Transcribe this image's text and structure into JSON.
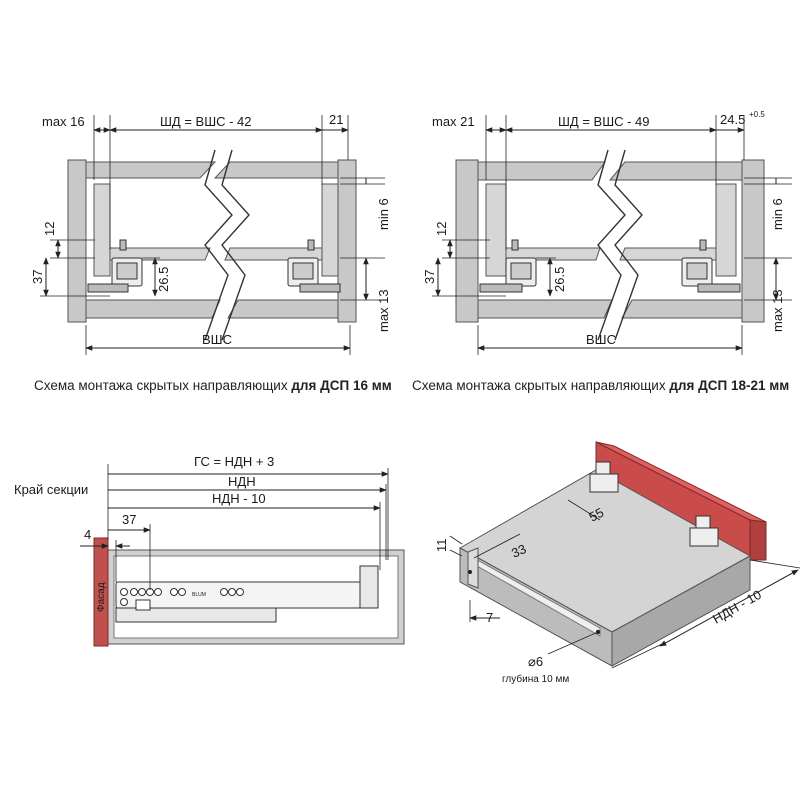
{
  "diagram_top_left": {
    "dim_max16": "max 16",
    "dim_width": "ШД = ВШС - 42",
    "dim_21": "21",
    "dim_12": "12",
    "dim_37": "37",
    "dim_26_5": "26.5",
    "dim_min6": "min 6",
    "dim_max13": "max 13",
    "dim_vshs": "ВШС"
  },
  "caption_top_left": {
    "text": "Схема монтажа скрытых направляющих ",
    "bold": "для ДСП 16 мм"
  },
  "diagram_top_right": {
    "dim_max21": "max 21",
    "dim_width": "ШД = ВШС - 49",
    "dim_24_5": "24.5",
    "dim_24_5_sup": "+0.5",
    "dim_12": "12",
    "dim_37": "37",
    "dim_26_5": "26.5",
    "dim_min6": "min 6",
    "dim_max13": "max 13",
    "dim_vshs": "ВШС"
  },
  "caption_top_right": {
    "text": "Схема монтажа скрытых направляющих ",
    "bold": "для ДСП 18-21 мм"
  },
  "diagram_bottom_left": {
    "dim_gs": "ГС = НДН + 3",
    "edge_label": "Край секции",
    "dim_ndn": "НДН",
    "dim_ndn_minus": "НДН - 10",
    "dim_4": "4",
    "dim_37": "37",
    "facade_label": "Фасад",
    "brand_label": "BLUM"
  },
  "diagram_bottom_right": {
    "dim_11": "11",
    "dim_33": "33",
    "dim_55": "55",
    "dim_7": "7",
    "dim_ndn_minus": "НДН - 10",
    "dim_hole": "⌀6",
    "hole_depth": "глубина 10 мм"
  },
  "colors": {
    "panel": "#c8c8c8",
    "panel_stroke": "#555555",
    "facade": "#c0504d",
    "line": "#222222"
  }
}
